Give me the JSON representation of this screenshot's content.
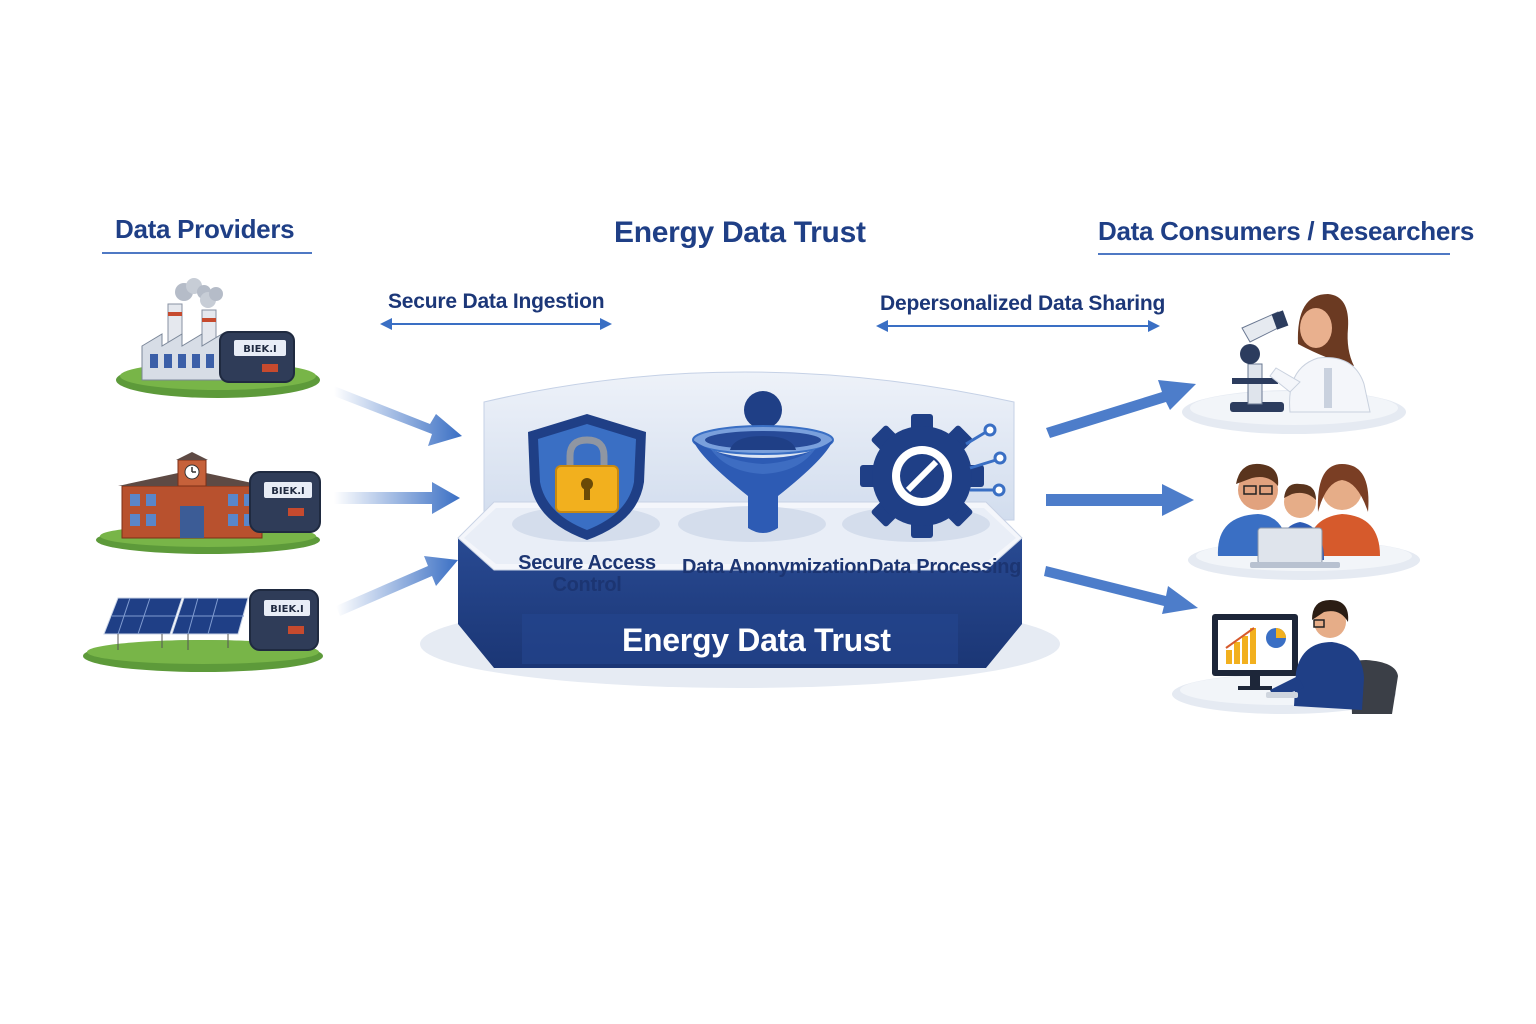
{
  "headings": {
    "providers": "Data Providers",
    "trust": "Energy Data Trust",
    "consumers": "Data Consumers / Researchers"
  },
  "flows": {
    "ingestion": "Secure Data Ingestion",
    "sharing": "Depersonalized Data Sharing"
  },
  "platform": {
    "modules": [
      {
        "label_line1": "Secure Access",
        "label_line2": "Control",
        "icon": "shield-lock-icon"
      },
      {
        "label": "Data Anonymization",
        "icon": "funnel-person-icon"
      },
      {
        "label": "Data Processing",
        "icon": "gear-icon"
      }
    ],
    "plinth_label": "Energy Data Trust"
  },
  "meter_display": "BIEK.I",
  "providers": [
    {
      "icon": "factory-meter-icon"
    },
    {
      "icon": "school-meter-icon"
    },
    {
      "icon": "solar-panel-meter-icon"
    }
  ],
  "consumers": [
    {
      "icon": "scientist-microscope-icon"
    },
    {
      "icon": "family-laptop-icon"
    },
    {
      "icon": "analyst-computer-icon"
    }
  ],
  "colors": {
    "navy": "#1f3f86",
    "blue": "#3a6fc4",
    "light_blue": "#dde6f3",
    "gold": "#f2b01e"
  }
}
